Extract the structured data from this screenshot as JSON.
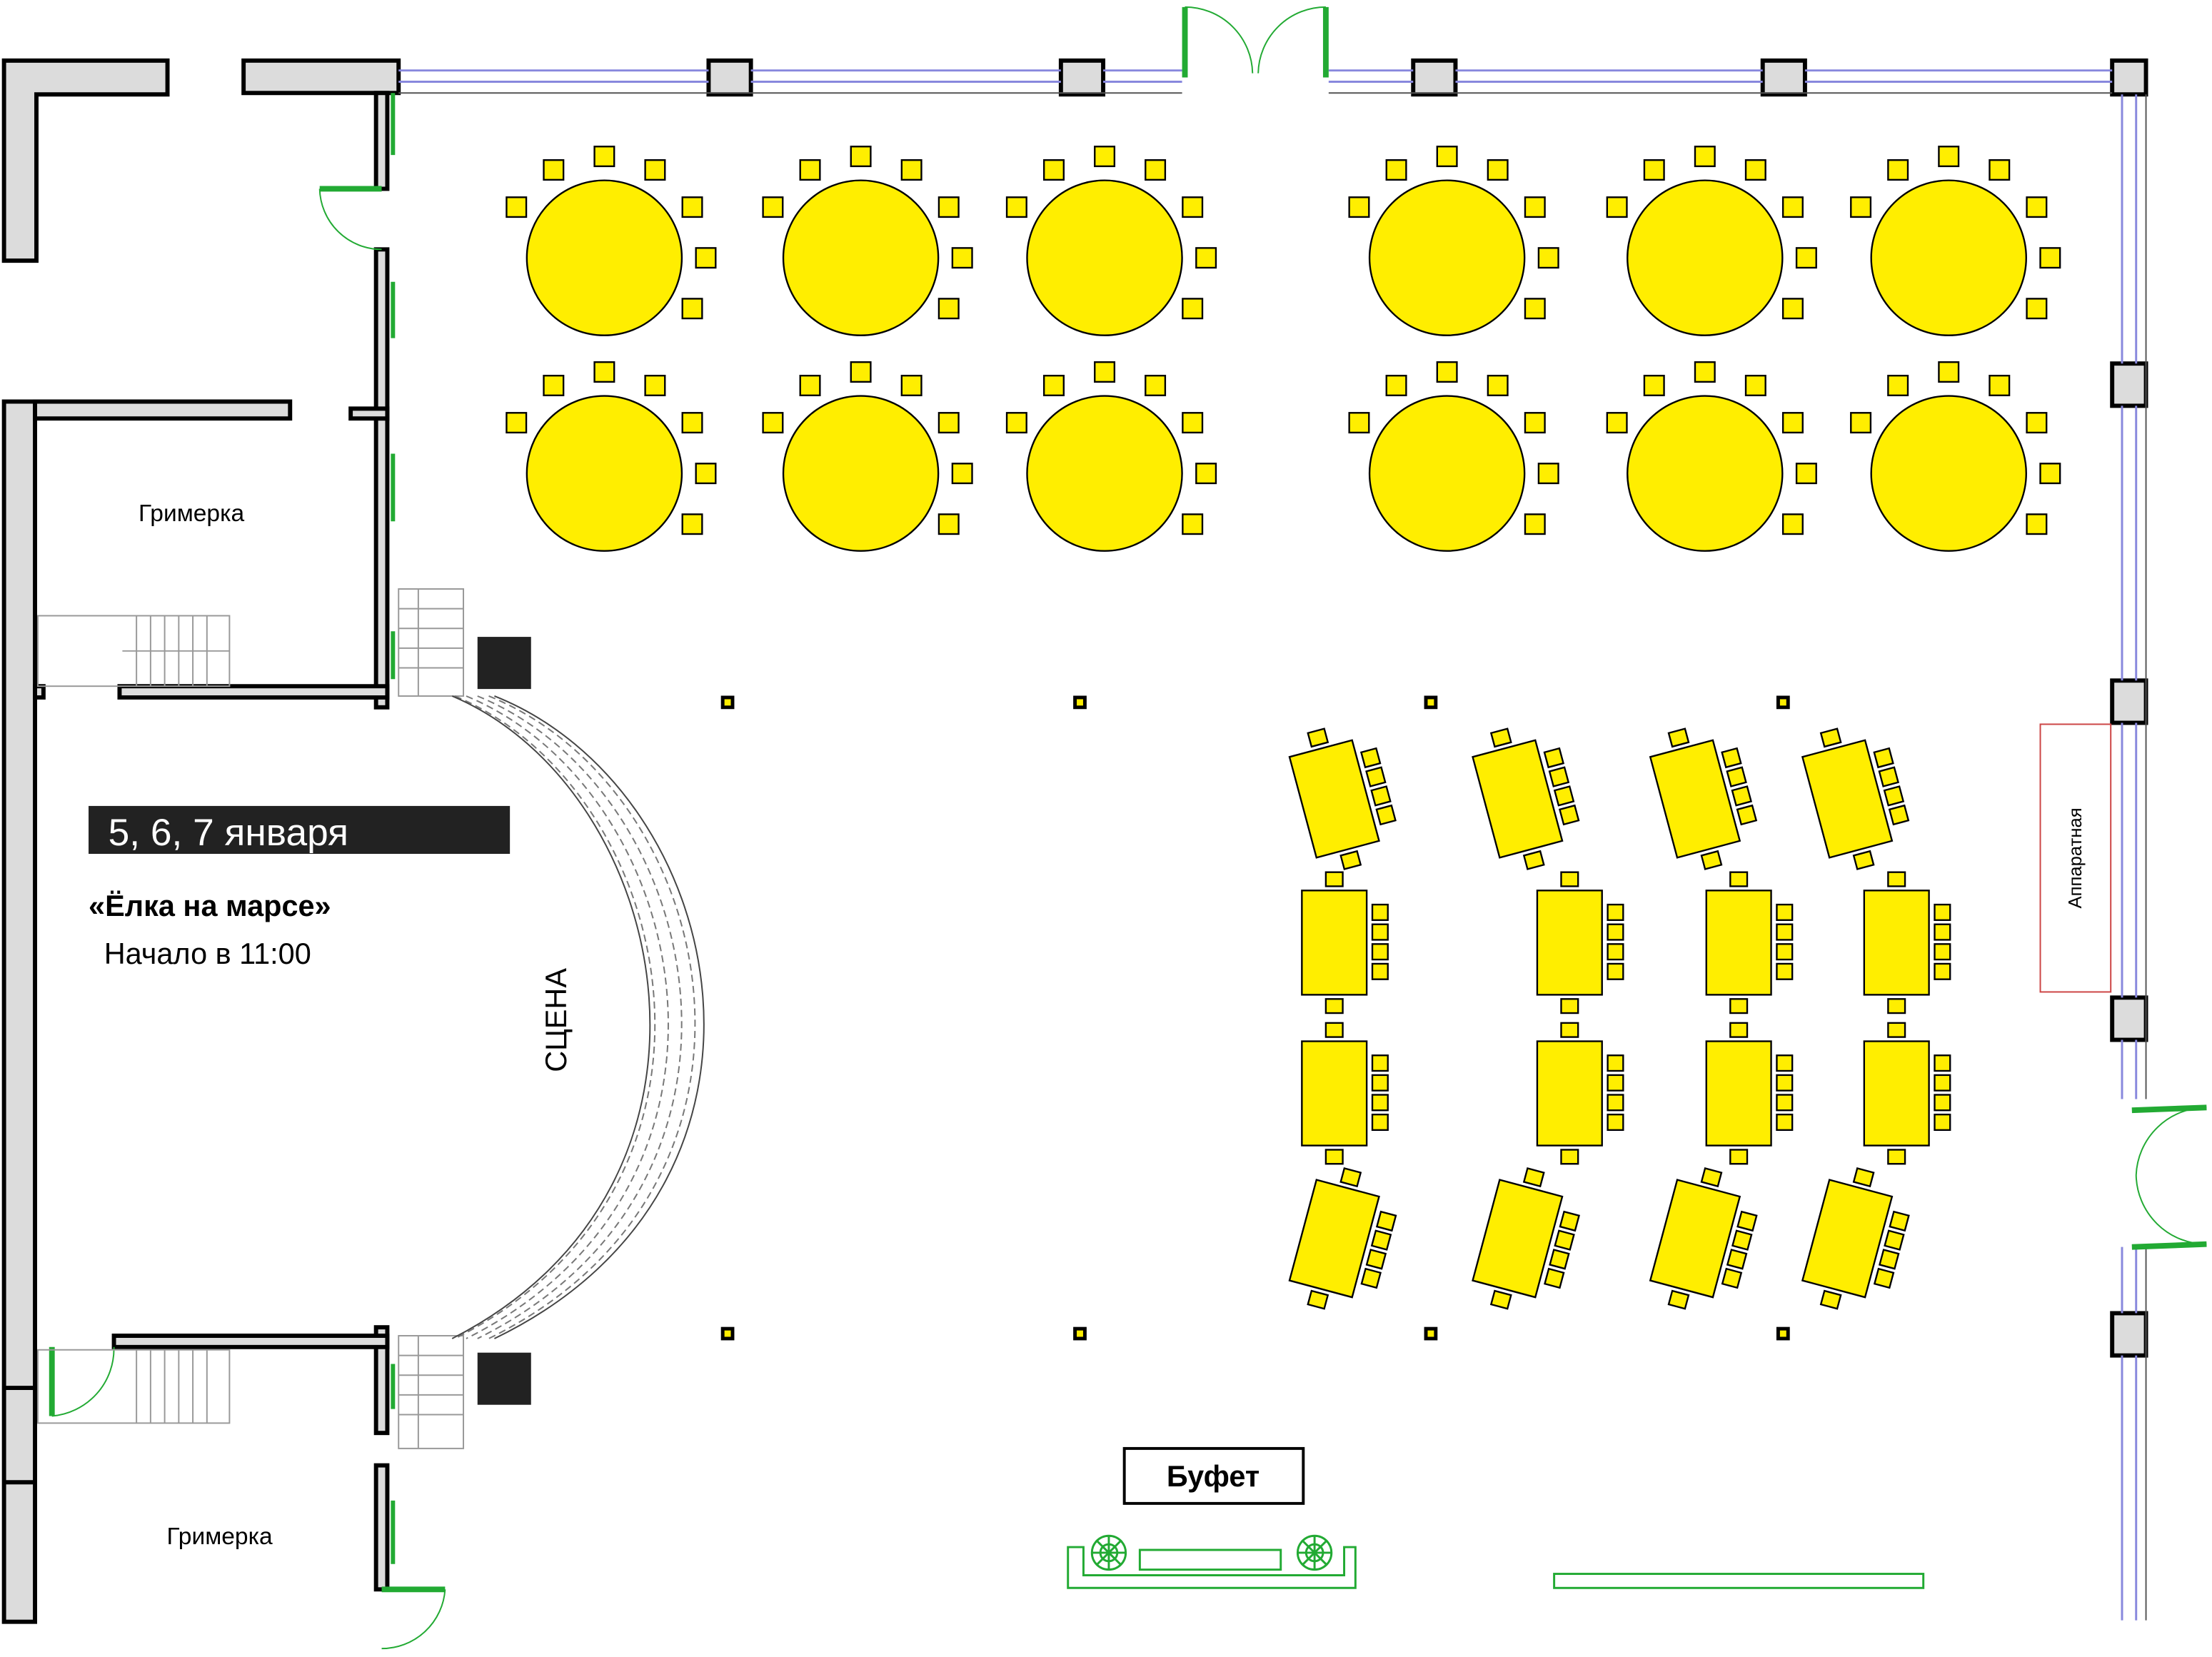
{
  "event": {
    "dates": "5, 6, 7 января",
    "title": "«Ёлка на марсе»",
    "start": "Начало в 11:00"
  },
  "rooms": {
    "dressing_top": "Гримерка",
    "dressing_bottom": "Гримерка",
    "stage": "СЦЕНА",
    "control_room": "Аппаратная",
    "buffet": "Буфет"
  },
  "colors": {
    "table": "#ffee00",
    "wall": "#dcdcdc",
    "door": "#22aa33",
    "window": "#8888dd",
    "control_room_border": "#cc4444",
    "planter": "#22aa33"
  },
  "round_tables": {
    "rows": 2,
    "columns": 6
  },
  "rect_tables": {
    "rows": 4,
    "columns": 4
  }
}
